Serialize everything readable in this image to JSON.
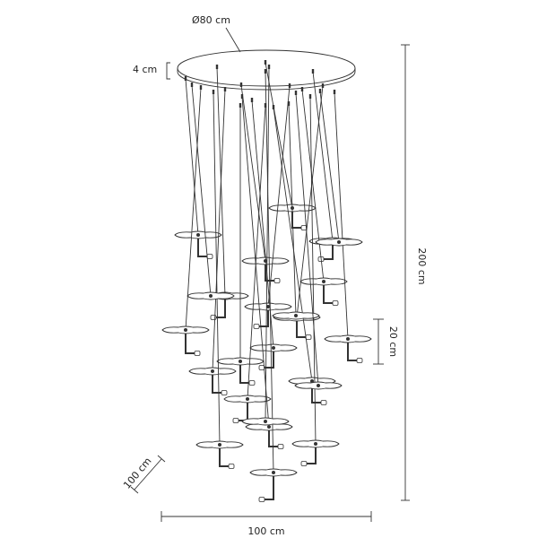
{
  "labels": {
    "diameter": "Ø80 cm",
    "canopy_height": "4 cm",
    "total_height": "200 cm",
    "pendant_height": "20 cm",
    "width": "100 cm",
    "depth": "100 cm"
  },
  "pendant_count": 24
}
